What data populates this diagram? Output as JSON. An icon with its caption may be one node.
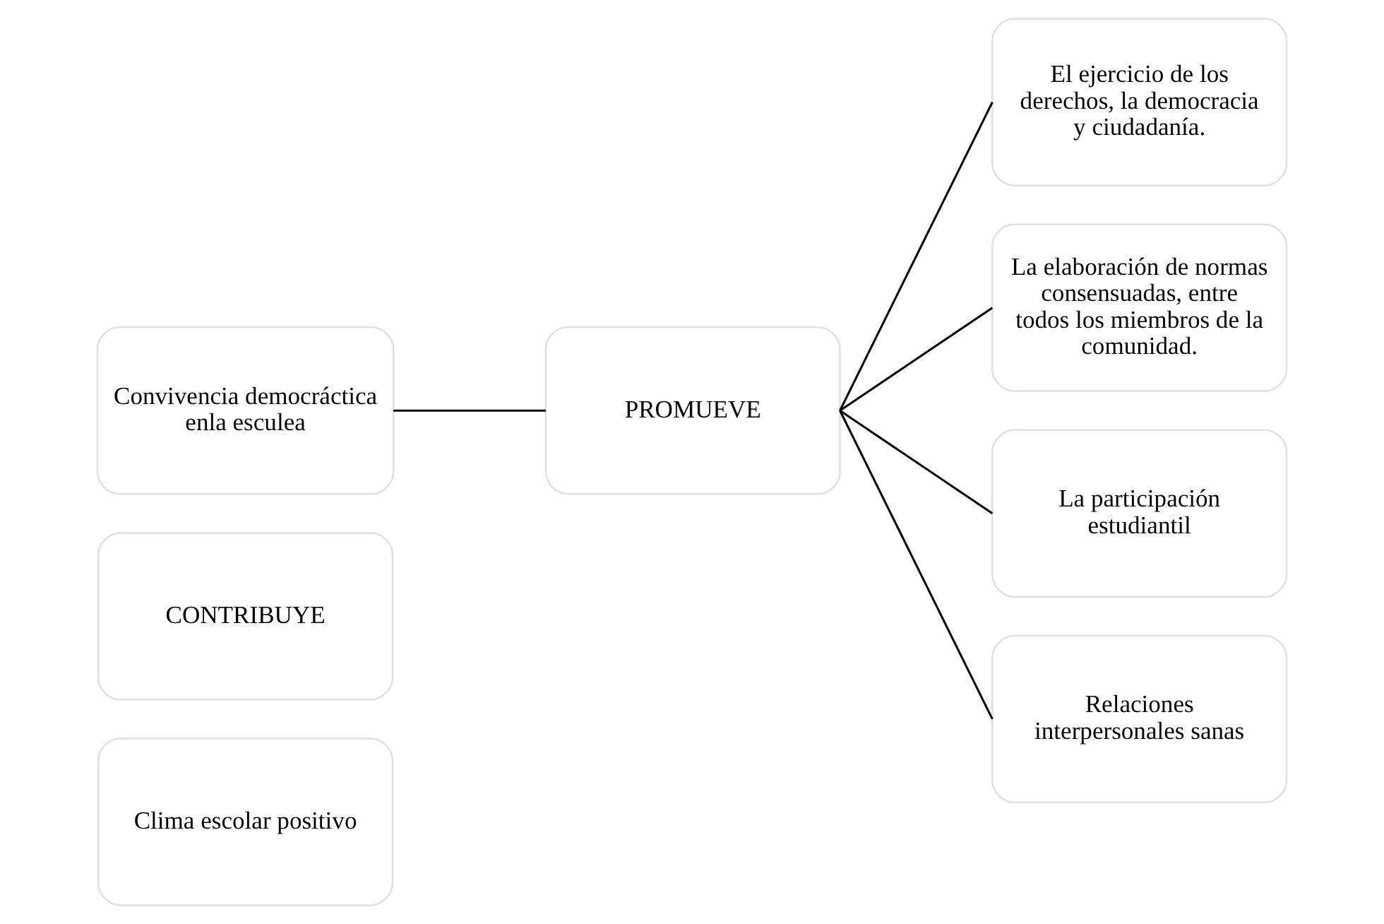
{
  "diagram": {
    "nodes": [
      {
        "text": [
          "Clima escolar positivo"
        ]
      },
      {
        "text": [
          "CONTRIBUYE"
        ]
      },
      {
        "text": [
          "Convivencia democráctica enla esculea"
        ]
      },
      {
        "text": [
          "PROMUEVE"
        ]
      },
      {
        "text": [
          "El ejercicio de los derechos, la democracia y ciudadanía."
        ]
      },
      {
        "text": [
          "La elaboración de normas consensuadas, entre todos los miembros de la comunidad."
        ]
      },
      {
        "text": [
          "La participación estudiantil"
        ]
      },
      {
        "text": [
          "Relaciones interpersonales sanas"
        ]
      }
    ],
    "edges": [
      {
        "from": 2,
        "to": 3,
        "arrow": "none"
      },
      {
        "from": 3,
        "to": 4,
        "arrow": "none"
      },
      {
        "from": 3,
        "to": 5,
        "arrow": "none"
      },
      {
        "from": 3,
        "to": 6,
        "arrow": "none"
      },
      {
        "from": 3,
        "to": 7,
        "arrow": "none"
      }
    ]
  }
}
